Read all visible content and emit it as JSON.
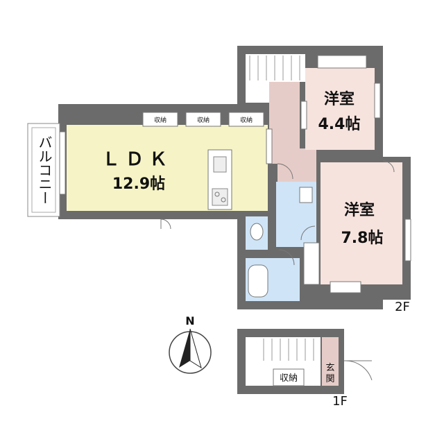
{
  "rooms": {
    "ldk": {
      "name": "ＬＤＫ",
      "size": "12.9帖"
    },
    "western_small": {
      "name": "洋室",
      "size": "4.4帖"
    },
    "western_large": {
      "name": "洋室",
      "size": "7.8帖"
    },
    "balcony": "バルコニー",
    "entrance": [
      "玄",
      "関"
    ]
  },
  "storage_labels": [
    "収納",
    "収納",
    "収納"
  ],
  "storage_1f": "収納",
  "floors": {
    "upper": "2F",
    "lower": "1F"
  },
  "compass": {
    "north": "N"
  },
  "colors": {
    "wall": "#6b6b6b",
    "ldk": "#f6f4c6",
    "western": "#f6e3de",
    "corridor": "#e6ccc8",
    "wet": "#cfe4f7",
    "entrance": "#e6ccc8"
  }
}
